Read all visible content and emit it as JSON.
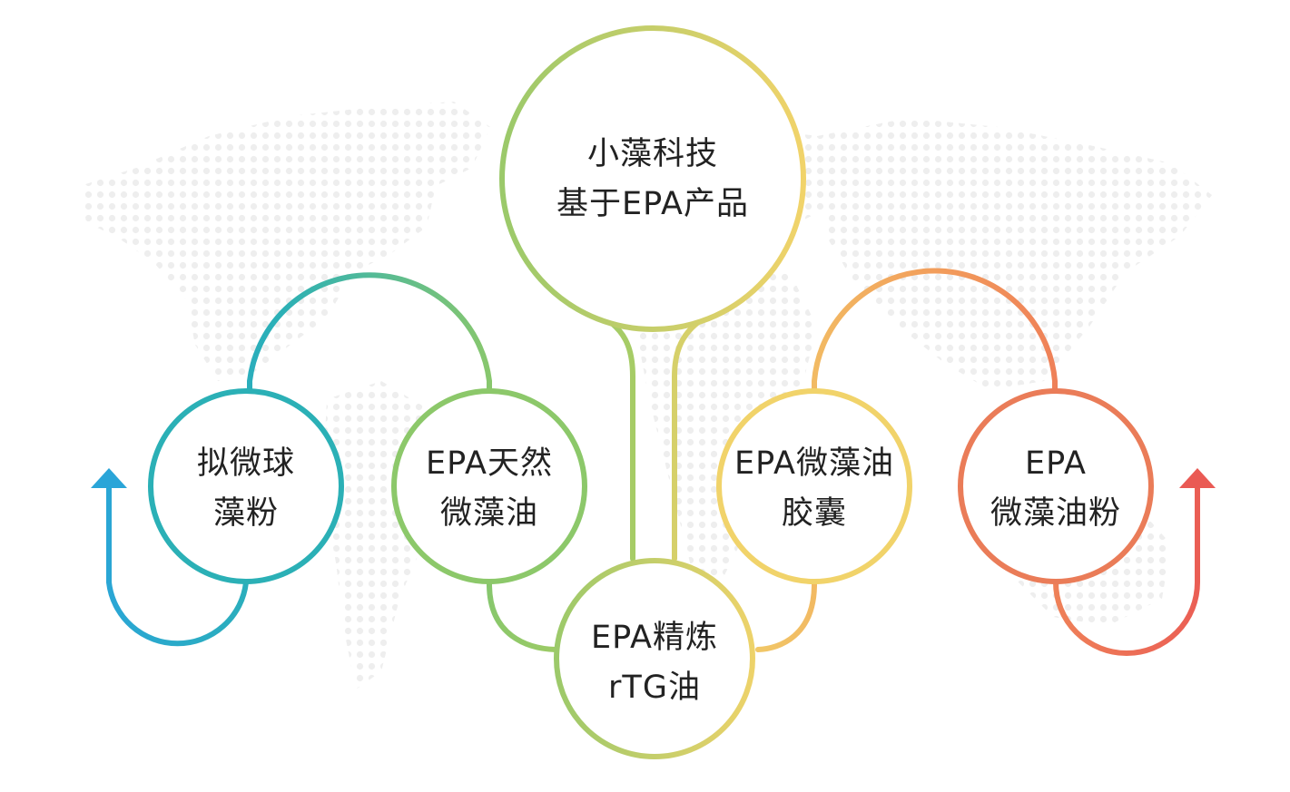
{
  "diagram": {
    "hub": {
      "line1": "小藻科技",
      "line2": "基于EPA产品"
    },
    "refined": {
      "line1": "EPA精炼",
      "line2": "rTG油"
    },
    "products": [
      {
        "line1": "拟微球",
        "line2": "藻粉"
      },
      {
        "line1": "EPA天然",
        "line2": "微藻油"
      },
      {
        "line1": "EPA微藻油",
        "line2": "胶囊"
      },
      {
        "line1": "EPA",
        "line2": "微藻油粉"
      }
    ]
  },
  "colors": {
    "text": "#222222",
    "teal": "#2bb0b6",
    "blue": "#2aa5d8",
    "green": "#8cc86a",
    "yellow": "#f1d36a",
    "orange": "#f29d5b",
    "red": "#ea5a54",
    "map_dots": "#eeeeee"
  }
}
